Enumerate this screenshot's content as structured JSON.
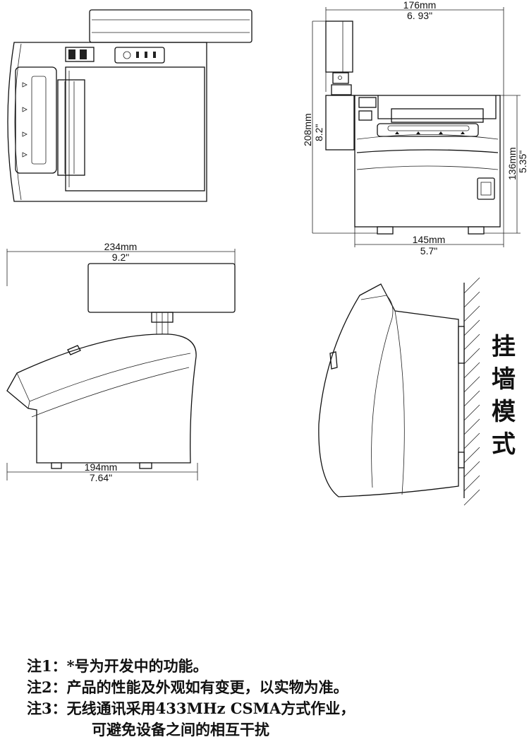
{
  "top_view": {
    "name": "top-view-drawing"
  },
  "front_view": {
    "width_mm": "176mm",
    "width_in": "6. 93\"",
    "height_mm": "208mm",
    "height_in": "8.2\"",
    "body_height_mm": "136mm",
    "body_height_in": "5.35\"",
    "base_width_mm": "145mm",
    "base_width_in": "5.7\""
  },
  "side_view": {
    "overall_mm": "234mm",
    "overall_in": "9.2\"",
    "base_mm": "194mm",
    "base_in": "7.64\""
  },
  "wall_mount": {
    "label": "挂墙模式"
  },
  "notes": [
    "注1：*号为开发中的功能。",
    "注2：产品的性能及外观如有变更，以实物为准。",
    "注3：无线通讯采用433MHz CSMA方式作业，",
    "可避免设备之间的相互干扰"
  ]
}
